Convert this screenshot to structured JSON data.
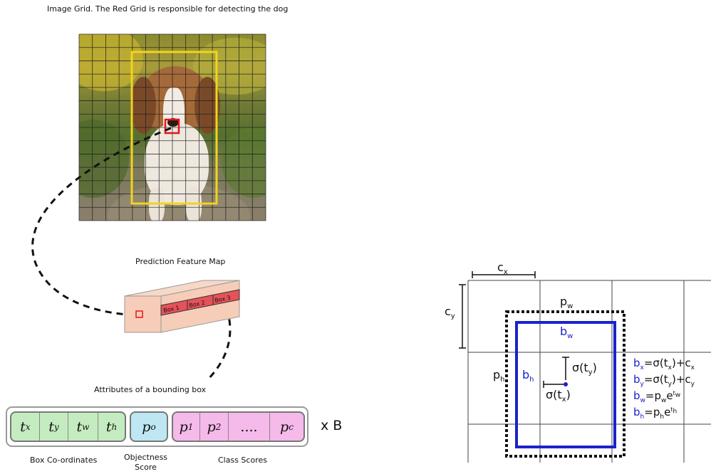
{
  "captions": {
    "title": "Image Grid. The Red Grid is responsible for detecting the dog",
    "feature_map": "Prediction Feature Map",
    "attributes": "Attributes of a bounding box",
    "box_coords": "Box Co-ordinates",
    "objectness": "Objectness\nScore",
    "class_scores": "Class Scores",
    "times_b": "x B"
  },
  "feature_map_boxes": [
    "Box 1",
    "Box 2",
    "Box 3"
  ],
  "attributes": {
    "box": [
      {
        "base": "t",
        "sub": "x"
      },
      {
        "base": "t",
        "sub": "y"
      },
      {
        "base": "t",
        "sub": "w"
      },
      {
        "base": "t",
        "sub": "h"
      }
    ],
    "objectness": {
      "base": "p",
      "sub": "o"
    },
    "classes": [
      {
        "base": "p",
        "sub": "1"
      },
      {
        "base": "p",
        "sub": "2"
      },
      {
        "base": "....",
        "sub": ""
      },
      {
        "base": "p",
        "sub": "c"
      }
    ]
  },
  "diagram": {
    "cx": {
      "base": "c",
      "sub": "x"
    },
    "cy": {
      "base": "c",
      "sub": "y"
    },
    "pw": {
      "base": "p",
      "sub": "w"
    },
    "ph": {
      "base": "p",
      "sub": "h"
    },
    "bw": {
      "base": "b",
      "sub": "w"
    },
    "bh": {
      "base": "b",
      "sub": "h"
    },
    "sig_ty": "σ(t",
    "sig_ty_sub": "y",
    "sig_tx": "σ(t",
    "sig_tx_sub": "x",
    "close": ")",
    "equations": [
      {
        "lhs": "b",
        "lhs_sub": "x",
        "rhs": "=σ(t",
        "rhs_sub": "x",
        "rhs_tail": ")+c",
        "tail_sub": "x"
      },
      {
        "lhs": "b",
        "lhs_sub": "y",
        "rhs": "=σ(t",
        "rhs_sub": "y",
        "rhs_tail": ")+c",
        "tail_sub": "y"
      },
      {
        "lhs": "b",
        "lhs_sub": "w",
        "rhs": "=p",
        "rhs_sub": "w",
        "rhs_tail": "e",
        "tail_sup": "t",
        "tail_sup_sub": "w"
      },
      {
        "lhs": "b",
        "lhs_sub": "h",
        "rhs": "=p",
        "rhs_sub": "h",
        "rhs_tail": "e",
        "tail_sup": "t",
        "tail_sup_sub": "h"
      }
    ]
  },
  "colors": {
    "responsible_cell": "#e8141e",
    "object_box": "#f3d31c",
    "predicted_box": "#1a22cc",
    "prior_box": "#111111",
    "feature_map_face": "#f6cdb8",
    "feature_map_strip": "#e5525a"
  }
}
